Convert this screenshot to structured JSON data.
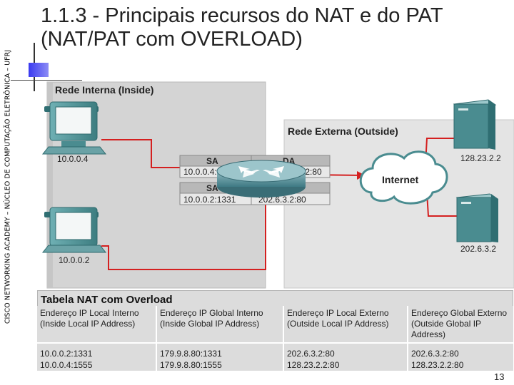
{
  "side_banner": "CISCO NETWORKING ACADEMY – NÚCLEO DE COMPUTAÇÃO ELETRÔNICA – UFRJ",
  "title_line1": "1.1.3 - Principais recursos do NAT e do PAT",
  "title_line2": "(NAT/PAT com OVERLOAD)",
  "diagram": {
    "inside_label": "Rede Interna (Inside)",
    "outside_label": "Rede Externa (Outside)",
    "host1_ip": "10.0.0.4",
    "host2_ip": "10.0.0.2",
    "server1_ip": "128.23.2.2",
    "server2_ip": "202.6.3.2",
    "internet_label": "Internet",
    "packet1": {
      "sa_header": "SA",
      "da_header": "DA",
      "sa_value": "10.0.0.4:1",
      "da_value": ":2:80"
    },
    "packet2": {
      "sa_header": "SA",
      "sa_value": "10.0.0.2:1331",
      "da_value": "202.6.3.2:80"
    }
  },
  "nat_table": {
    "title": "Tabela NAT com Overload",
    "headers": [
      [
        "Endereço IP Local Interno",
        "(Inside Local IP Address)"
      ],
      [
        "Endereço IP Global Interno",
        "(Inside Global IP Address)"
      ],
      [
        "Endereço IP Local Externo",
        "(Outside Local IP Address)"
      ],
      [
        "Endereço Global Externo",
        "(Outside Global IP",
        "Address)"
      ]
    ],
    "rows": [
      [
        "10.0.0.2:1331",
        "179.9.8.80:1331",
        "202.6.3.2:80",
        "202.6.3.2:80"
      ],
      [
        "10.0.0.4:1555",
        "179.9.8.80:1555",
        "128.23.2.2:80",
        "128.23.2.2:80"
      ]
    ]
  },
  "page_number": "13",
  "colors": {
    "accent_blue": "#3a3af0",
    "link_red": "#d42020",
    "device_teal": "#4a8c90",
    "panel_gray": "#d6d6d6"
  }
}
